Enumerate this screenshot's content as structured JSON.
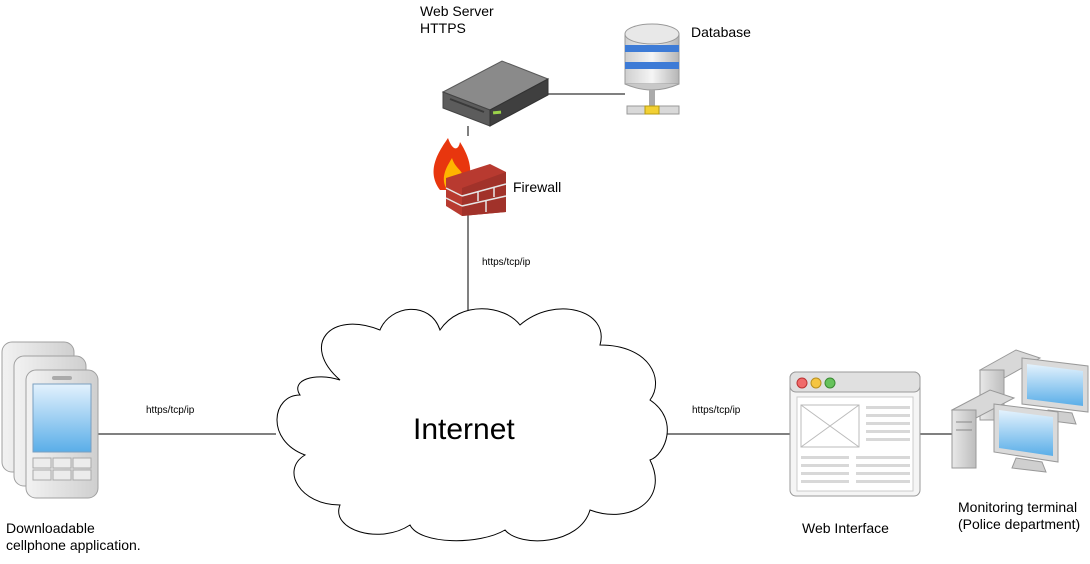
{
  "nodes": {
    "web_server": {
      "line1": "Web Server",
      "line2": "HTTPS"
    },
    "database": {
      "label": "Database"
    },
    "firewall": {
      "label": "Firewall"
    },
    "internet": {
      "label": "Internet"
    },
    "phone_app": {
      "line1": "Downloadable",
      "line2": "cellphone application."
    },
    "web_interface": {
      "label": "Web Interface"
    },
    "monitoring": {
      "line1": "Monitoring terminal",
      "line2": "(Police department)"
    }
  },
  "connections": {
    "firewall_internet": "https/tcp/ip",
    "phone_internet": "https/tcp/ip",
    "internet_web": "https/tcp/ip"
  }
}
